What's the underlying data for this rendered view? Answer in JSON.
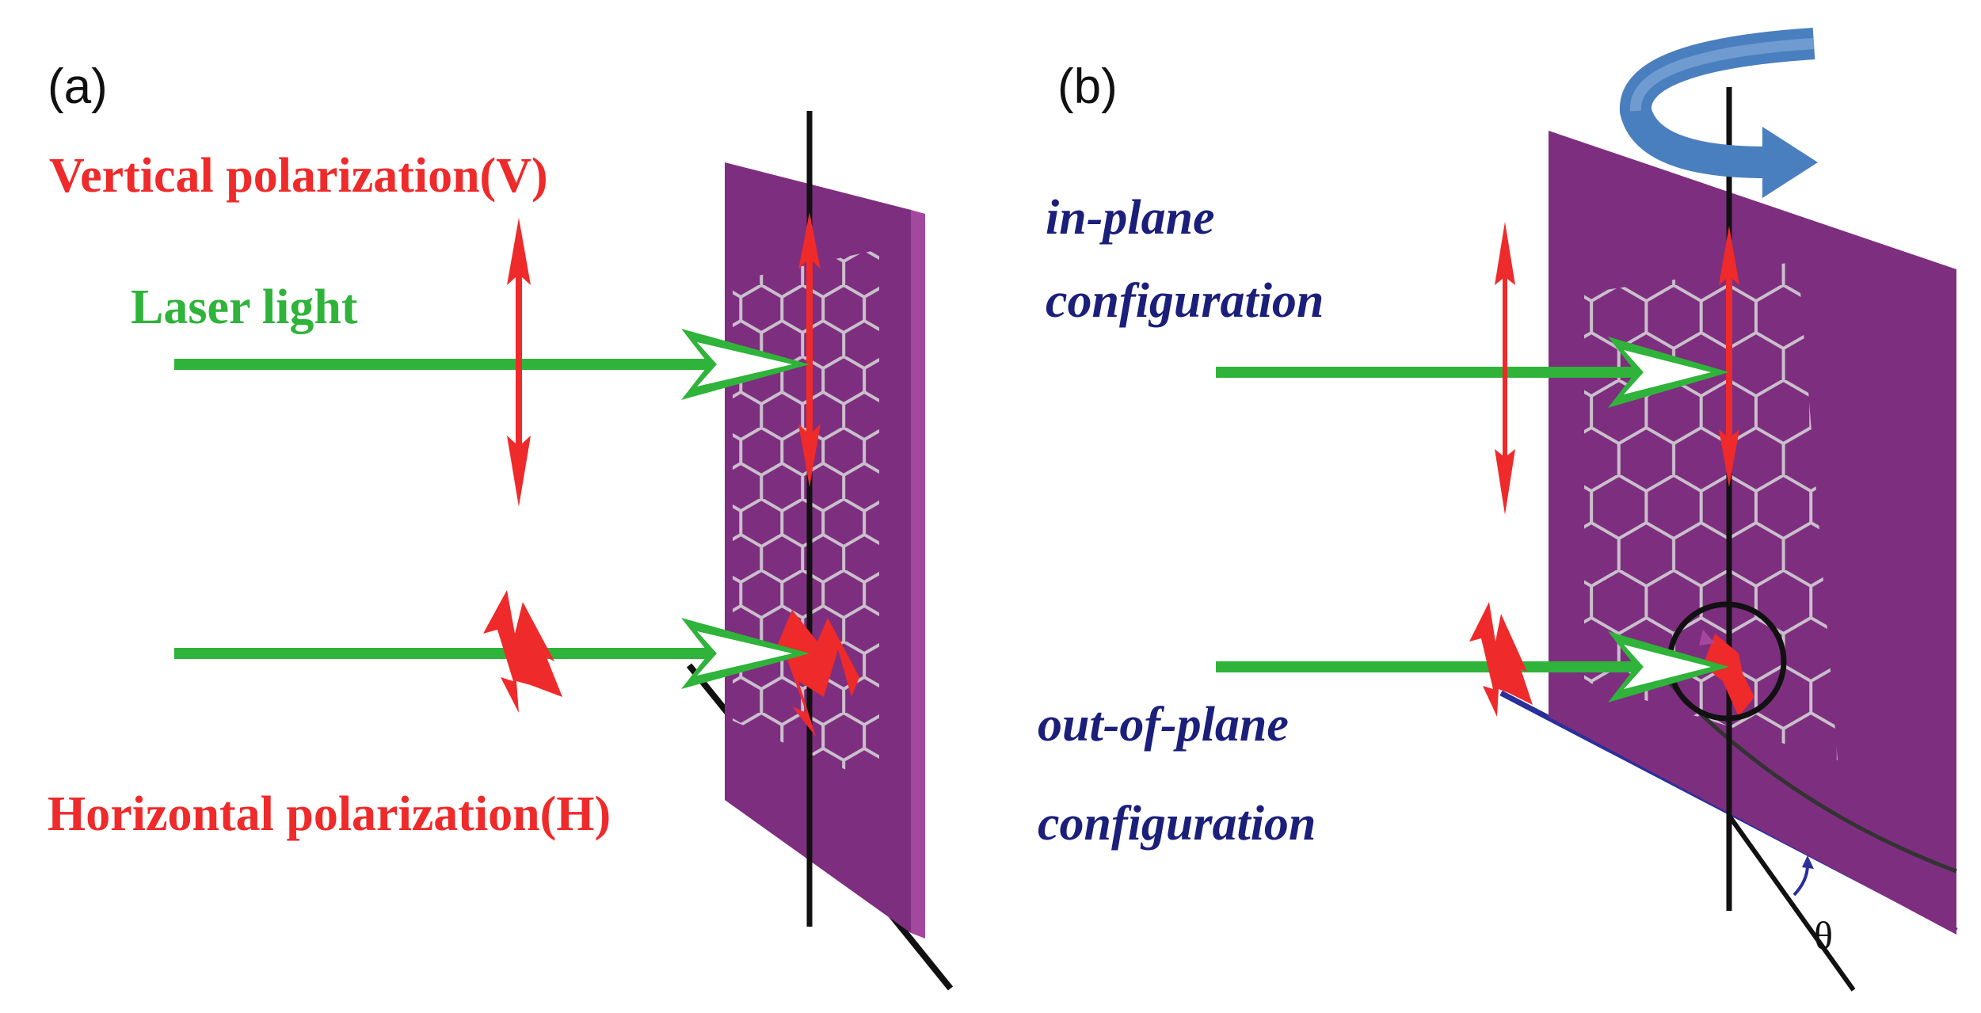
{
  "panel_a": {
    "label": "(a)",
    "vertical_polarization_label": "Vertical polarization(V)",
    "laser_light_label": "Laser light",
    "horizontal_polarization_label": "Horizontal polarization(H)"
  },
  "panel_b": {
    "label": "(b)",
    "in_plane_line1": "in-plane",
    "in_plane_line2": "configuration",
    "out_of_plane_line1": "out-of-plane",
    "out_of_plane_line2": "configuration",
    "angle_label": "θ"
  },
  "colors": {
    "red": "#ee2a2a",
    "green": "#2fb33a",
    "navy": "#1b1f7a",
    "plate": "#7e2e7f",
    "plate_edge": "#a4489f",
    "lattice": "#c9c0cc",
    "rotation_arrow": "#4a7fbf",
    "axis": "#111111",
    "base_line_b": "#2b2f9a"
  }
}
